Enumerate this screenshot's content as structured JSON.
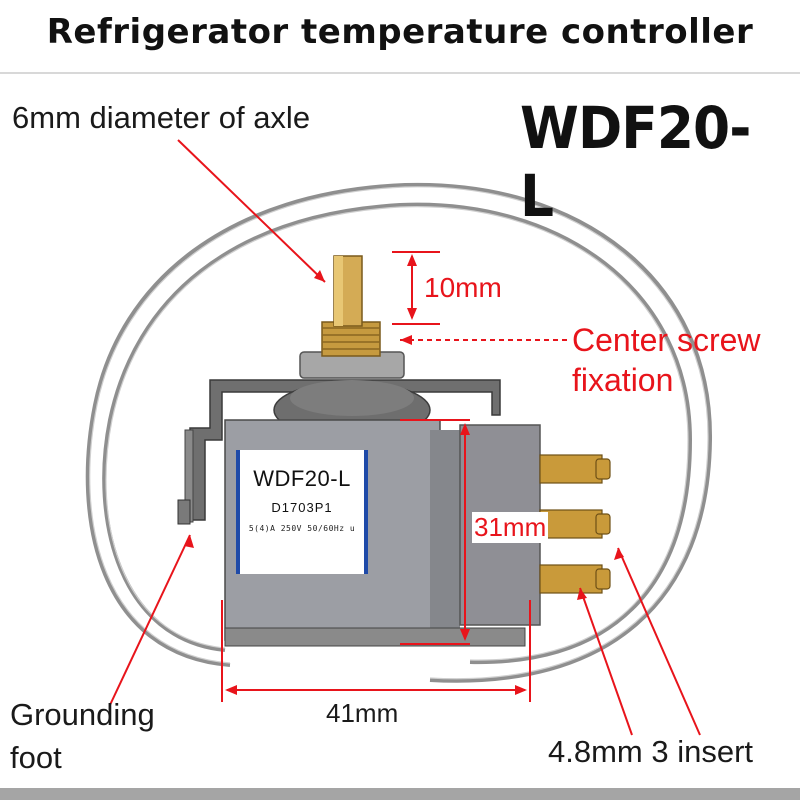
{
  "banner": {
    "title": "Refrigerator temperature controller"
  },
  "model_title": "WDF20-L",
  "labels": {
    "axle": "6mm diameter of axle",
    "shaft_length": "10mm",
    "center_screw_line1": "Center screw",
    "center_screw_line2": "fixation",
    "height": "31mm",
    "width": "41mm",
    "grounding_line1": "Grounding",
    "grounding_line2": "foot",
    "insert": "4.8mm 3 insert"
  },
  "plate": {
    "model": "WDF20-L",
    "code": "D1703P1",
    "rating": "5(4)A 250V 50/60Hz u"
  },
  "colors": {
    "annotation_red": "#e8141b",
    "plate_stripe": "#1f4aa8",
    "capillary": "#8a8a8a",
    "brass": "#c9a24a"
  }
}
